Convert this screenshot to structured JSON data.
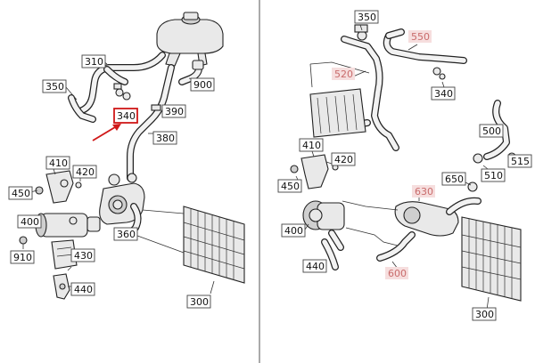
{
  "accent_color": "#d01818",
  "highlight_label_color": "#c96c6c",
  "left_panel": {
    "labels": [
      "310",
      "350",
      "340",
      "390",
      "380",
      "900",
      "410",
      "420",
      "450",
      "400",
      "360",
      "910",
      "430",
      "440",
      "300"
    ],
    "highlighted_label": "340",
    "pointer_icon": "red-arrow-icon"
  },
  "right_panel": {
    "labels": [
      "350",
      "550",
      "520",
      "340",
      "500",
      "410",
      "420",
      "515",
      "510",
      "650",
      "450",
      "630",
      "400",
      "440",
      "600",
      "300"
    ],
    "pink_labels": [
      "550",
      "520",
      "630",
      "600"
    ]
  }
}
